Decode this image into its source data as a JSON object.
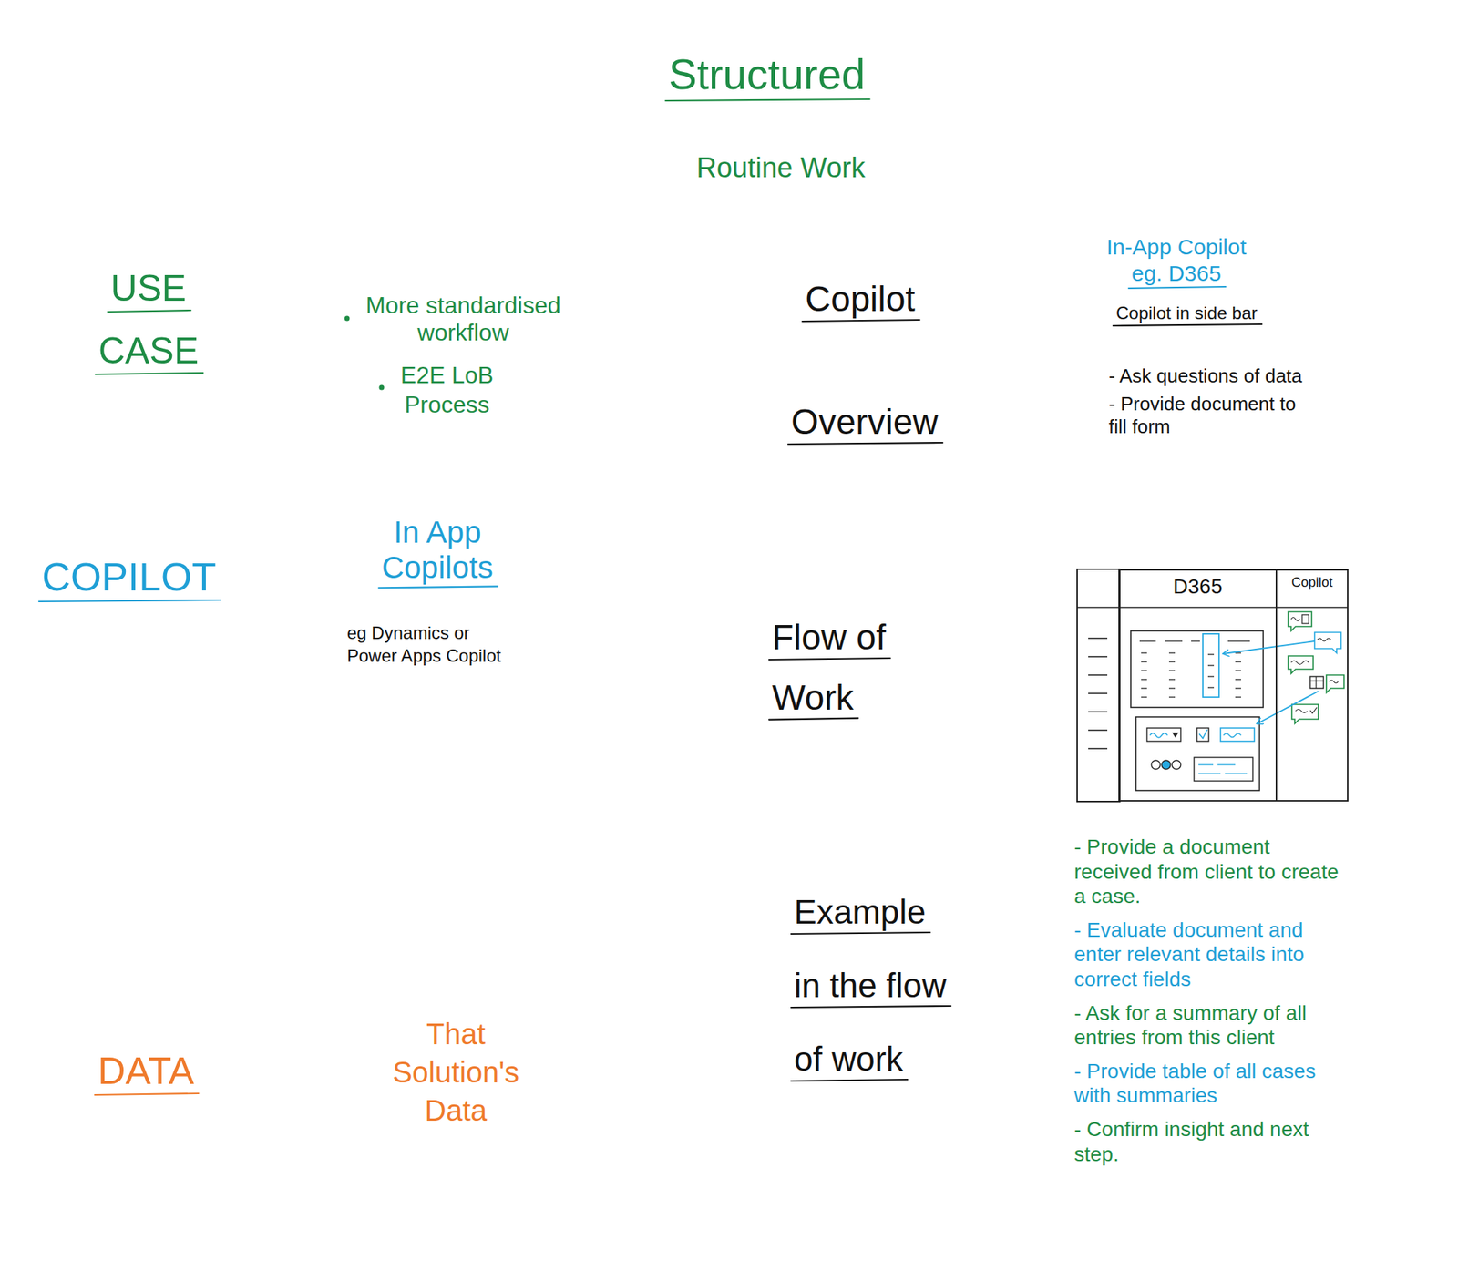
{
  "diagram": {
    "title": "Structured",
    "nodes": [
      {
        "text": [
          "D365"
        ]
      },
      {
        "text": [
          "Copilot"
        ]
      }
    ],
    "labels": [
      "Routine Work",
      "USE CASE",
      "More standardised workflow",
      "E2E LoB Process",
      "Copilot",
      "Overview",
      "In-App Copilot eg. D365",
      "Copilot in side bar",
      "- Ask questions of data",
      "- Provide document to fill form",
      "COPILOT",
      "In App Copilots",
      "eg Dynamics or Power Apps Copilot",
      "Flow of Work",
      "Example in the flow of work",
      "DATA",
      "That Solution's Data",
      "- Provide a document received from client to create a case.",
      "- Evaluate document and enter relevant details into correct fields",
      "- Ask for a summary of all entries from this client",
      "- Provide table of all cases with summaries",
      "- Confirm insight and next step."
    ]
  }
}
